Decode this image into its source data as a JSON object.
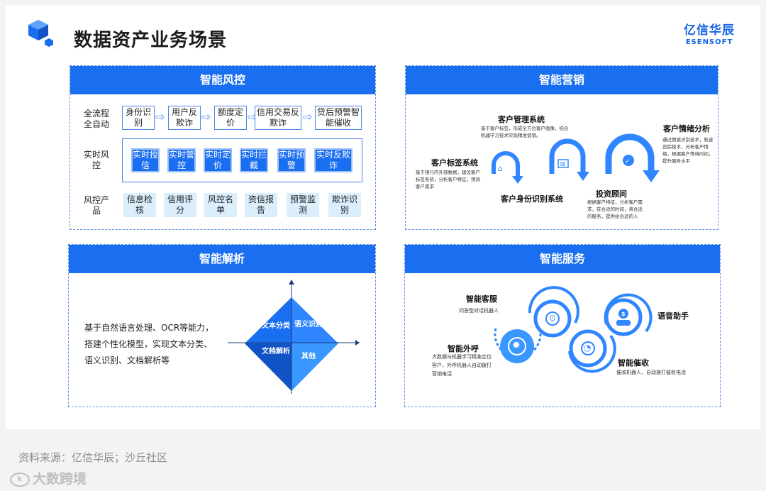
{
  "header": {
    "title": "数据资产业务场景",
    "brand_cn": "亿信华辰",
    "brand_en": "ESENSOFT",
    "logo_icon": "cube-icon"
  },
  "risk": {
    "title": "智能风控",
    "rows": [
      {
        "label": "全流程全自动",
        "items": [
          "身份识别",
          "用户反欺诈",
          "额度定价",
          "信用交易反欺诈",
          "贷后预警智能催收"
        ]
      },
      {
        "label": "实时风控",
        "items": [
          "实时授信",
          "实时管控",
          "实时定价",
          "实时拦截",
          "实时预警",
          "实时反欺诈"
        ]
      },
      {
        "label": "风控产品",
        "items": [
          "信息检核",
          "信用评分",
          "风控名单",
          "资信报告",
          "预警监测",
          "欺诈识别"
        ]
      }
    ]
  },
  "marketing": {
    "title": "智能营销",
    "nodes": [
      {
        "title": "客户管理系统",
        "desc": "基于客户标签，形成全方位客户画像，结合机器学习技术实现精准营销。"
      },
      {
        "title": "客户情绪分析",
        "desc": "通过情感识别技术，轨迹追踪技术，分析客户情绪，根据客户等待时间，提升服务水平"
      },
      {
        "title": "客户标签系统",
        "desc": "基于银行内外部数据，建设客户标签系统，分析客户特征，预测客户需求"
      },
      {
        "title": "客户身份识别系统",
        "desc": ""
      },
      {
        "title": "投资顾问",
        "desc": "根据客户特征，分析客户需求，在合适的时间，将合适的服务，提供给合适的人"
      }
    ]
  },
  "analysis": {
    "title": "智能解析",
    "text": "基于自然语言处理、OCR等能力，搭建个性化模型，实现文本分类、语义识别、文档解析等",
    "quadrants": [
      "文本分类",
      "语义识别",
      "文档解析",
      "其他"
    ]
  },
  "service": {
    "title": "智能服务",
    "nodes": [
      {
        "title": "智能客服",
        "desc": "问答型对话机器人"
      },
      {
        "title": "语音助手",
        "desc": ""
      },
      {
        "title": "智能外呼",
        "desc": "大数据与机器学习精准定位客户，外呼机器人自动拨打营销电话"
      },
      {
        "title": "智能催收",
        "desc": "催收机器人，自动拨打催收电话"
      }
    ]
  },
  "footer": {
    "source": "资料来源：亿信华辰；沙丘社区",
    "watermark": "大数跨境"
  },
  "colors": {
    "accent": "#1a6ef0",
    "light": "#daeefb",
    "dashed": "#5b8fe6"
  }
}
